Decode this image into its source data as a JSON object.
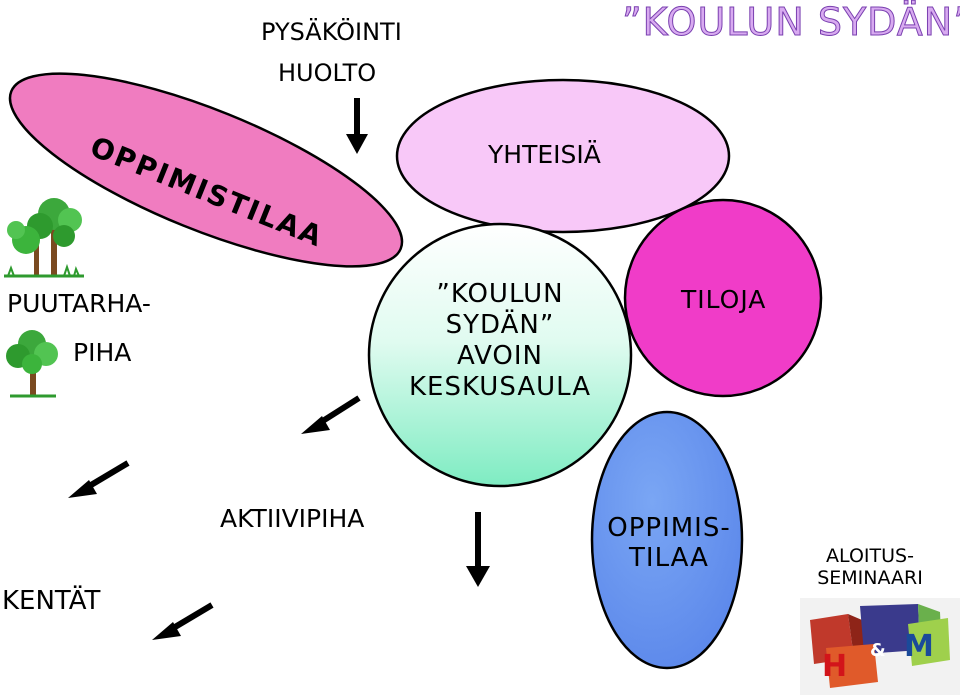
{
  "title": "”KOULUN SYDÄN”",
  "colors": {
    "oppimistila_pink": "#f07cc0",
    "yhteisia_lilac": "#f8c8f8",
    "center_top": "#ffffff",
    "center_bottom": "#84f0c8",
    "tiloja_magenta": "#f03cc8",
    "oppimistila_blue": "#6c98f0",
    "title_lilac": "#e0b4f0"
  },
  "labels": {
    "pysakointi": "PYSÄKÖINTI",
    "huolto": "HUOLTO",
    "oppimistilaa_top": "OPPIMISTILAA",
    "yhteisia": "YHTEISIÄ",
    "puutarha": "PUUTARHA-",
    "piha": "PIHA",
    "center_line1": "”KOULUN",
    "center_line2": "SYDÄN”",
    "center_line3": "AVOIN",
    "center_line4": "KESKUSAULA",
    "tiloja": "TILOJA",
    "aktiivipiha": "AKTIIVIPIHA",
    "oppimis_line1": "OPPIMIS-",
    "oppimis_line2": "TILAA",
    "kentat": "KENTÄT",
    "aloitus_line1": "ALOITUS-",
    "aloitus_line2": "SEMINAARI"
  },
  "icons": {
    "tree_top": "tree-icon",
    "tree_bottom": "tree-icon",
    "logo": "ham-logo-icon"
  }
}
